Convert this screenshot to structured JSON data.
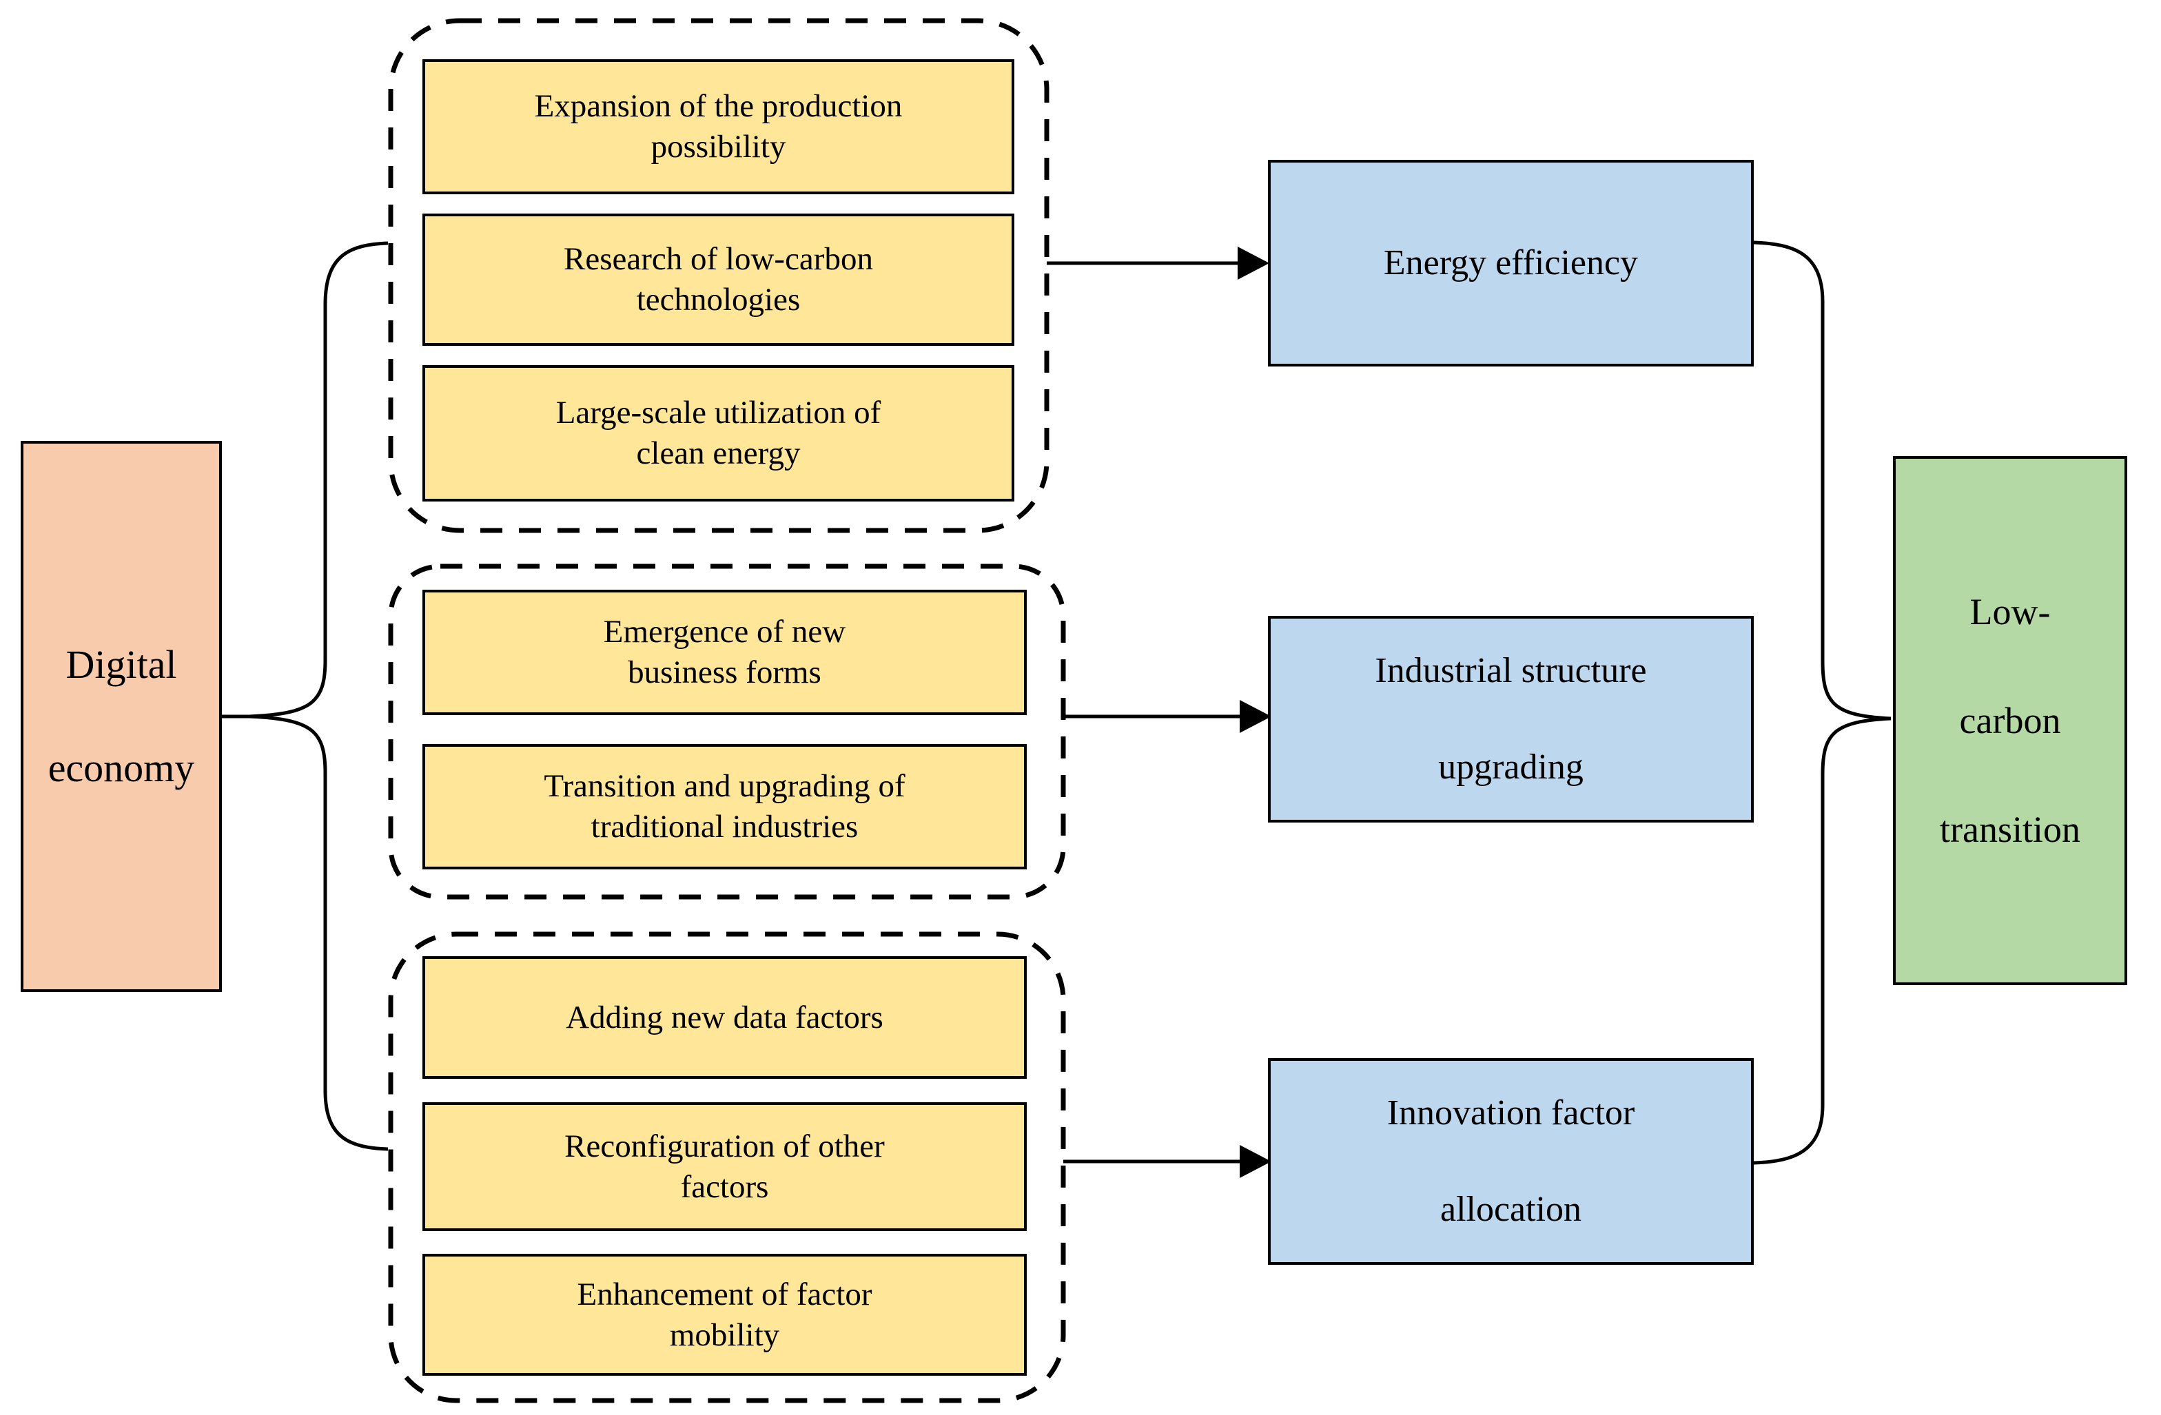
{
  "colors": {
    "canvas-bg": "#FFFFFF",
    "source-fill": "#F8CBAD",
    "mechanism-fill": "#FFE699",
    "mediator-fill": "#BDD7EE",
    "outcome-fill": "#B5D9A5",
    "line-color": "#000000"
  },
  "diagram": {
    "source": {
      "lines": [
        "Digital",
        "economy"
      ]
    },
    "pathways": [
      {
        "mechanisms": [
          "Expansion of the production possibility",
          "Research of low-carbon technologies",
          "Large-scale utilization of clean energy"
        ],
        "mediator": {
          "lines": [
            "Energy efficiency"
          ]
        }
      },
      {
        "mechanisms": [
          "Emergence of new business forms",
          "Transition and upgrading of traditional industries"
        ],
        "mediator": {
          "lines": [
            "Industrial structure",
            "upgrading"
          ]
        }
      },
      {
        "mechanisms": [
          "Adding new data factors",
          "Reconfiguration of other factors",
          "Enhancement of factor mobility"
        ],
        "mediator": {
          "lines": [
            "Innovation factor",
            "allocation"
          ]
        }
      }
    ],
    "outcome": {
      "lines": [
        "Low-",
        "carbon",
        "transition"
      ]
    }
  }
}
